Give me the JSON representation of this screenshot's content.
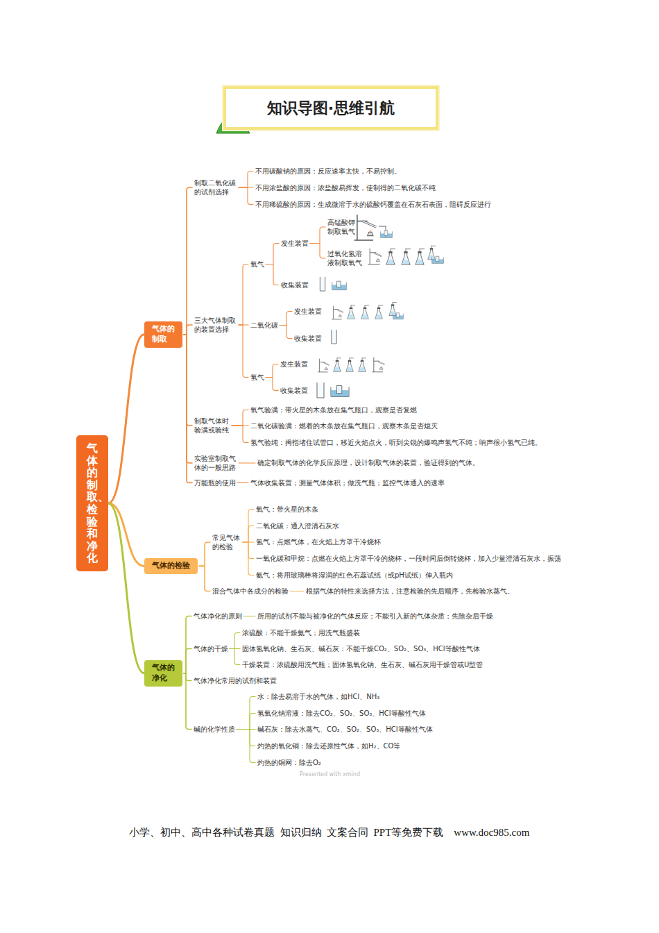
{
  "diagram": {
    "title": "知识导图·思维引航",
    "nodes": [
      {
        "text": [
          "气体的制取、检验和净化"
        ]
      },
      {
        "text": [
          "气体的制取"
        ]
      },
      {
        "text": [
          "气体的检验"
        ]
      },
      {
        "text": [
          "气体的净化"
        ]
      },
      {
        "text": [
          "制取二氧化碳的试剂选择"
        ]
      },
      {
        "text": [
          "不用碳酸钠的原因：反应速率太快，不易控制。"
        ]
      },
      {
        "text": [
          "不用浓盐酸的原因：浓盐酸易挥发，使制得的二氧化碳不纯"
        ]
      },
      {
        "text": [
          "不用稀硫酸的原因：生成微溶于水的硫酸钙覆盖在石灰石表面，阻碍反应进行"
        ]
      },
      {
        "text": [
          "三大气体制取的装置选择"
        ]
      },
      {
        "text": [
          "氧气"
        ]
      },
      {
        "text": [
          "发生装置"
        ]
      },
      {
        "text": [
          "高锰酸钾制取氧气"
        ]
      },
      {
        "text": [
          "过氧化氢溶液制取氧气"
        ]
      },
      {
        "text": [
          "收集装置"
        ]
      },
      {
        "text": [
          "二氧化碳"
        ]
      },
      {
        "text": [
          "发生装置"
        ]
      },
      {
        "text": [
          "收集装置"
        ]
      },
      {
        "text": [
          "氢气"
        ]
      },
      {
        "text": [
          "发生装置"
        ]
      },
      {
        "text": [
          "收集装置"
        ]
      },
      {
        "text": [
          "制取气体时验满或验纯"
        ]
      },
      {
        "text": [
          "氧气验满：带火星的木条放在集气瓶口，观察是否复燃"
        ]
      },
      {
        "text": [
          "二氧化碳验满：燃着的木条放在集气瓶口，观察木条是否熄灭"
        ]
      },
      {
        "text": [
          "氢气验纯：拇指堵住试管口，移近火焰点火，听到尖锐的爆鸣声氢气不纯；响声很小氢气已纯。"
        ]
      },
      {
        "text": [
          "实验室制取气体的一般思路"
        ]
      },
      {
        "text": [
          "确定制取气体的化学反应原理，设计制取气体的装置，验证得到的气体。"
        ]
      },
      {
        "text": [
          "万能瓶的使用"
        ]
      },
      {
        "text": [
          "气体收集装置；测量气体体积；做洗气瓶；监控气体通入的速率"
        ]
      },
      {
        "text": [
          "常见气体的检验"
        ]
      },
      {
        "text": [
          "氧气：带火星的木条"
        ]
      },
      {
        "text": [
          "二氧化碳：通入澄清石灰水"
        ]
      },
      {
        "text": [
          "氢气：点燃气体，在火焰上方罩干冷烧杯"
        ]
      },
      {
        "text": [
          "一氧化碳和甲烷：点燃在火焰上方罩干冷的烧杯，一段时间后倒转烧杯，加入少量澄清石灰水，振荡"
        ]
      },
      {
        "text": [
          "氨气：将用玻璃棒将湿润的红色石蕊试纸（或pH试纸）伸入瓶内"
        ]
      },
      {
        "text": [
          "混合气体中各成分的检验"
        ]
      },
      {
        "text": [
          "根据气体的特性来选择方法，注意检验的先后顺序，先检验水蒸气。"
        ]
      },
      {
        "text": [
          "气体净化的原则"
        ]
      },
      {
        "text": [
          "所用的试剂不能与被净化的气体反应；不能引入新的气体杂质；先除杂后干燥"
        ]
      },
      {
        "text": [
          "气体的干燥"
        ]
      },
      {
        "text": [
          "浓硫酸：不能干燥氨气；用洗气瓶盛装"
        ]
      },
      {
        "text": [
          "固体氢氧化钠、生石灰、碱石灰：不能干燥CO₂、SO₂、SO₃、HCl等酸性气体"
        ]
      },
      {
        "text": [
          "干燥装置：浓硫酸用洗气瓶；固体氢氧化钠、生石灰、碱石灰用干燥管或U型管"
        ]
      },
      {
        "text": [
          "气体净化常用的试剂和装置"
        ]
      },
      {
        "text": [
          "碱的化学性质"
        ]
      },
      {
        "text": [
          "水：除去易溶于水的气体，如HCl、NH₃"
        ]
      },
      {
        "text": [
          "氢氧化钠溶液：除去CO₂、SO₂、SO₃、HCl等酸性气体"
        ]
      },
      {
        "text": [
          "碱石灰：除去水蒸气、CO₂、SO₂、SO₃、HCl等酸性气体"
        ]
      },
      {
        "text": [
          "灼热的氧化铜：除去还原性气体，如H₂、CO等"
        ]
      },
      {
        "text": [
          "灼热的铜网：除去O₂"
        ]
      }
    ],
    "edges": [
      {
        "from": 0,
        "to": 1,
        "arrow": "none"
      },
      {
        "from": 0,
        "to": 2,
        "arrow": "none"
      },
      {
        "from": 0,
        "to": 3,
        "arrow": "none"
      },
      {
        "from": 1,
        "to": 4,
        "arrow": "none"
      },
      {
        "from": 1,
        "to": 8,
        "arrow": "none"
      },
      {
        "from": 1,
        "to": 20,
        "arrow": "none"
      },
      {
        "from": 1,
        "to": 24,
        "arrow": "none"
      },
      {
        "from": 1,
        "to": 26,
        "arrow": "none"
      },
      {
        "from": 4,
        "to": 5,
        "arrow": "none"
      },
      {
        "from": 4,
        "to": 6,
        "arrow": "none"
      },
      {
        "from": 4,
        "to": 7,
        "arrow": "none"
      },
      {
        "from": 8,
        "to": 9,
        "arrow": "none"
      },
      {
        "from": 8,
        "to": 14,
        "arrow": "none"
      },
      {
        "from": 8,
        "to": 17,
        "arrow": "none"
      },
      {
        "from": 9,
        "to": 10,
        "arrow": "none"
      },
      {
        "from": 9,
        "to": 13,
        "arrow": "none"
      },
      {
        "from": 10,
        "to": 11,
        "arrow": "none"
      },
      {
        "from": 10,
        "to": 12,
        "arrow": "none"
      },
      {
        "from": 14,
        "to": 15,
        "arrow": "none"
      },
      {
        "from": 14,
        "to": 16,
        "arrow": "none"
      },
      {
        "from": 17,
        "to": 18,
        "arrow": "none"
      },
      {
        "from": 17,
        "to": 19,
        "arrow": "none"
      },
      {
        "from": 20,
        "to": 21,
        "arrow": "none"
      },
      {
        "from": 20,
        "to": 22,
        "arrow": "none"
      },
      {
        "from": 20,
        "to": 23,
        "arrow": "none"
      },
      {
        "from": 24,
        "to": 25,
        "arrow": "none"
      },
      {
        "from": 26,
        "to": 27,
        "arrow": "none"
      },
      {
        "from": 2,
        "to": 28,
        "arrow": "none"
      },
      {
        "from": 2,
        "to": 34,
        "arrow": "none"
      },
      {
        "from": 28,
        "to": 29,
        "arrow": "none"
      },
      {
        "from": 28,
        "to": 30,
        "arrow": "none"
      },
      {
        "from": 28,
        "to": 31,
        "arrow": "none"
      },
      {
        "from": 28,
        "to": 32,
        "arrow": "none"
      },
      {
        "from": 28,
        "to": 33,
        "arrow": "none"
      },
      {
        "from": 34,
        "to": 35,
        "arrow": "none"
      },
      {
        "from": 3,
        "to": 36,
        "arrow": "none"
      },
      {
        "from": 3,
        "to": 38,
        "arrow": "none"
      },
      {
        "from": 3,
        "to": 42,
        "arrow": "none"
      },
      {
        "from": 3,
        "to": 43,
        "arrow": "none"
      },
      {
        "from": 36,
        "to": 37,
        "arrow": "none"
      },
      {
        "from": 38,
        "to": 39,
        "arrow": "none"
      },
      {
        "from": 38,
        "to": 40,
        "arrow": "none"
      },
      {
        "from": 38,
        "to": 41,
        "arrow": "none"
      },
      {
        "from": 43,
        "to": 44,
        "arrow": "none"
      },
      {
        "from": 43,
        "to": 45,
        "arrow": "none"
      },
      {
        "from": 43,
        "to": 46,
        "arrow": "none"
      },
      {
        "from": 43,
        "to": 47,
        "arrow": "none"
      },
      {
        "from": 43,
        "to": 48,
        "arrow": "none"
      }
    ],
    "labels": [
      "Presented with xmind",
      "小学、初中、高中各种试卷真题  知识归纳  文案合同  PPT等免费下载    www.doc985.com"
    ]
  }
}
